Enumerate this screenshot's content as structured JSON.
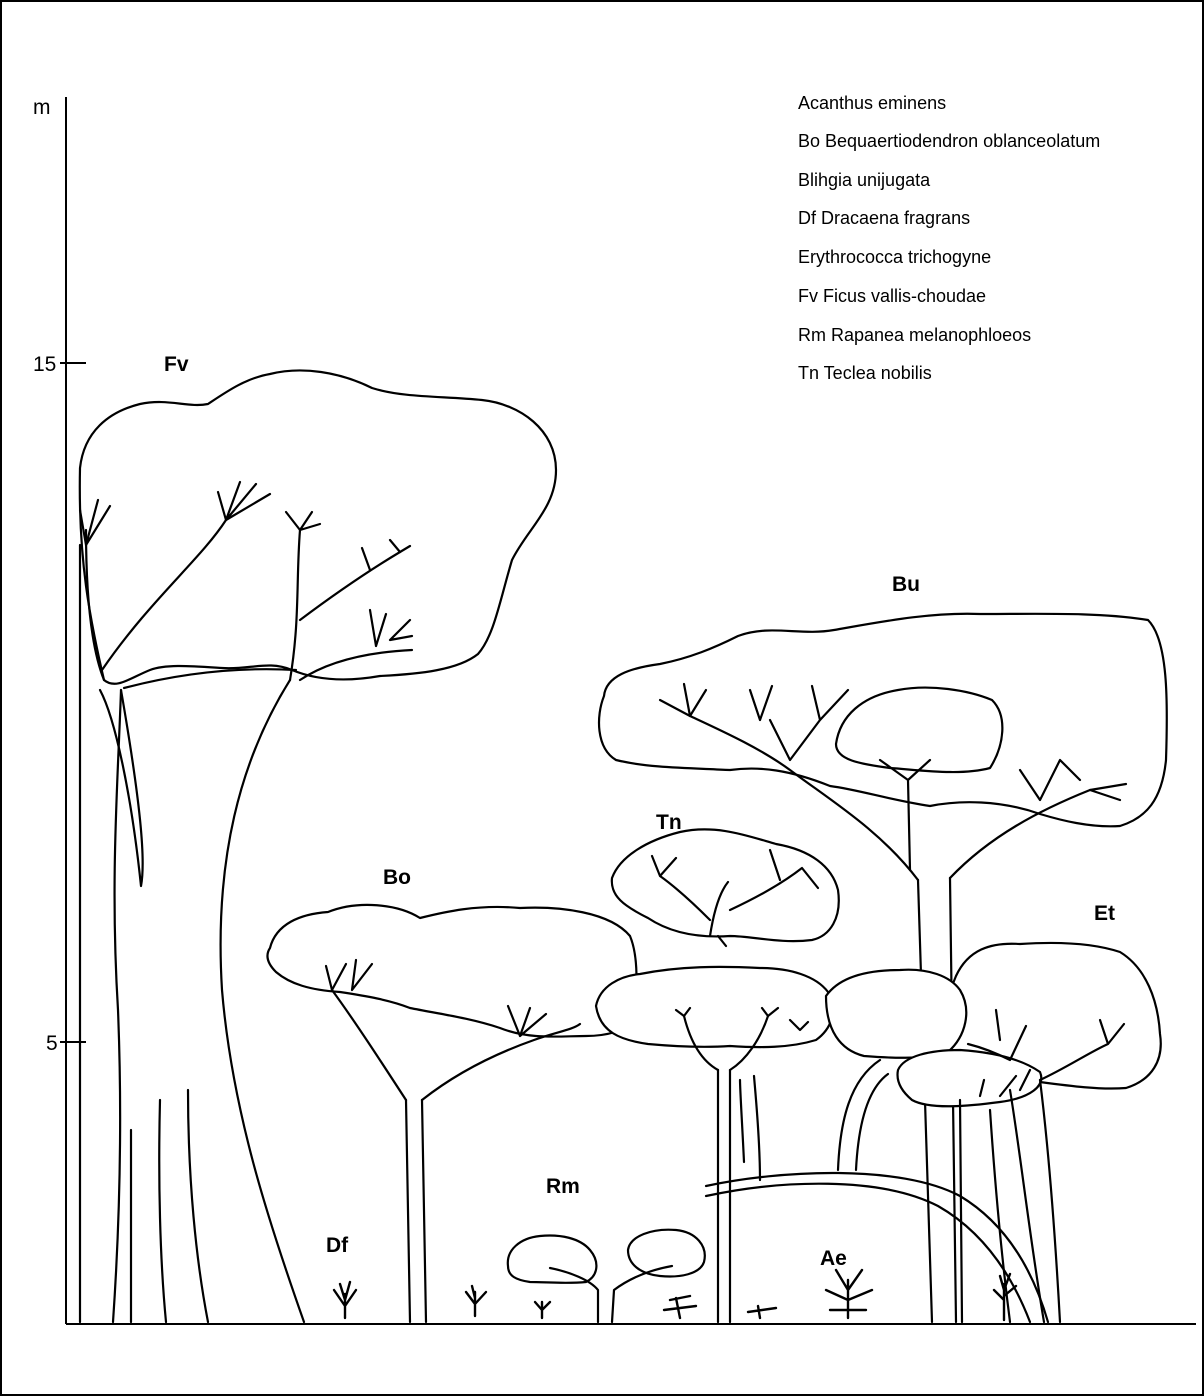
{
  "axis": {
    "unit": "m",
    "ticks": [
      "15",
      "5"
    ]
  },
  "legend": [
    "Acanthus eminens",
    "Bo Bequaertiodendron oblanceolatum",
    "Blihgia unijugata",
    "Df Dracaena fragrans",
    "Erythrococca trichogyne",
    "Fv Ficus vallis-choudae",
    "Rm Rapanea melanophloeos",
    "Tn Teclea nobilis"
  ],
  "species_labels": {
    "fv": "Fv",
    "bu": "Bu",
    "tn": "Tn",
    "bo": "Bo",
    "et": "Et",
    "rm": "Rm",
    "df": "Df",
    "ae": "Ae"
  }
}
